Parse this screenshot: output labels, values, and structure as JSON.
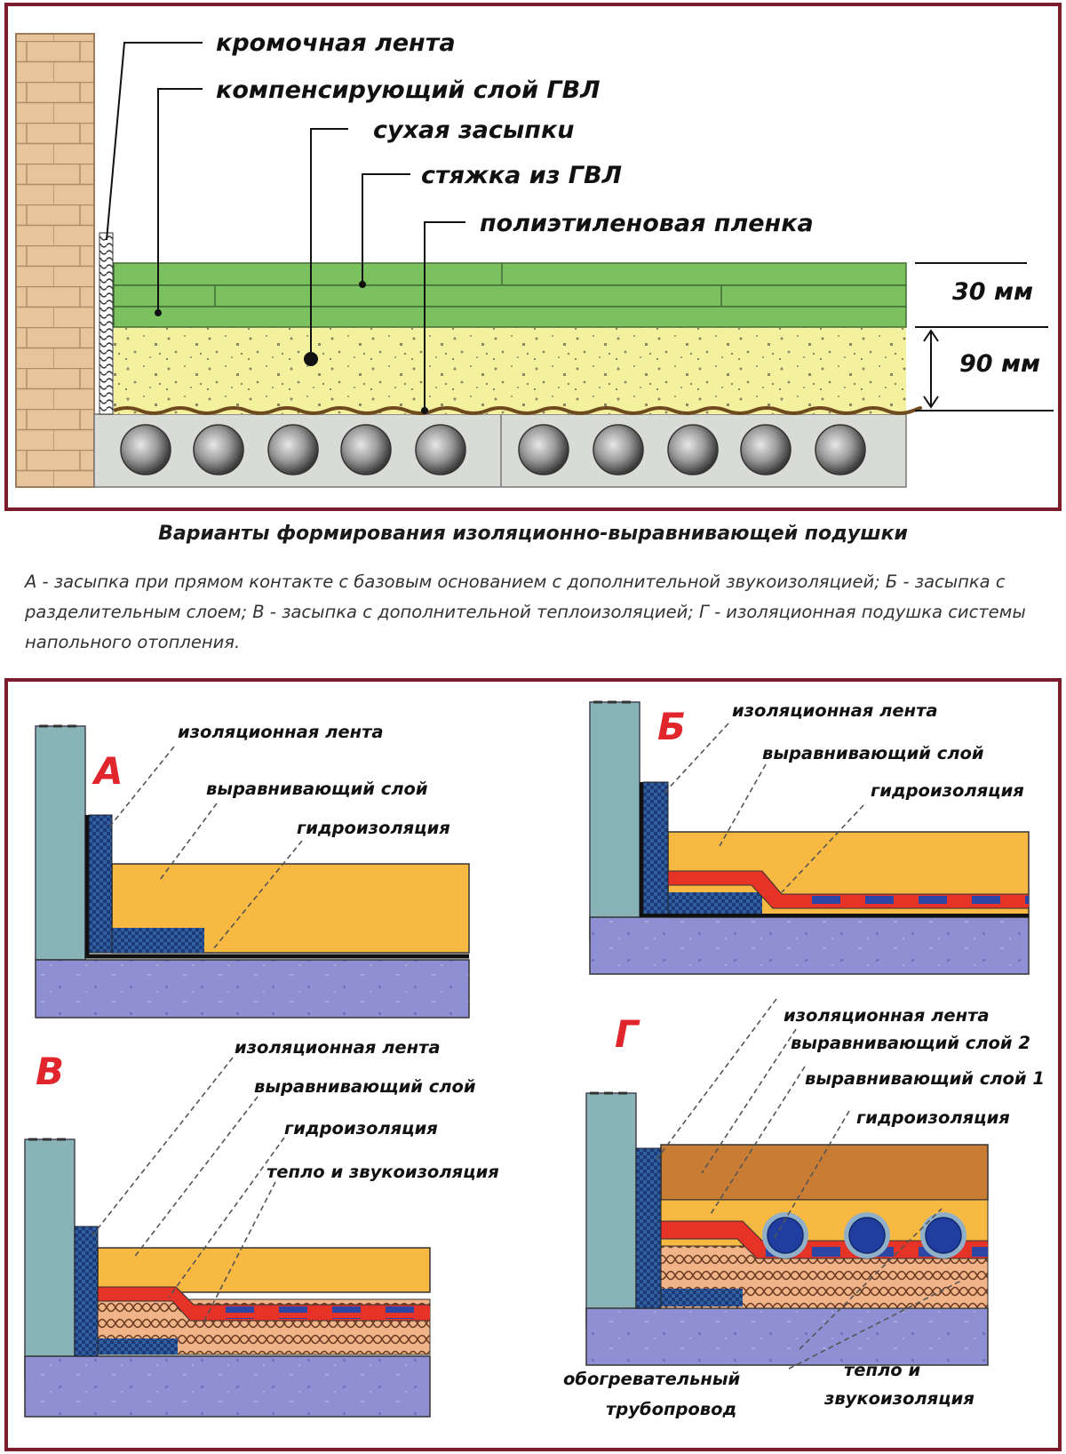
{
  "top_diagram": {
    "labels": {
      "edge_tape": "кромочная лента",
      "compensating_layer": "компенсирующий слой ГВЛ",
      "dry_fill": "сухая засыпкu",
      "screed": "стяжка из ГВЛ",
      "film": "полиэтиленовая пленка"
    },
    "dimensions": {
      "top": "30 мм",
      "bottom": "90 мм"
    },
    "colors": {
      "board": "#7cc15f",
      "fill": "#f3f19e",
      "slab": "#d9dbd7",
      "brick": "#e7c49a",
      "frame": "#7a1c2c"
    }
  },
  "caption": {
    "title": "Варианты формирования изоляционно-выравнивающей подушки",
    "text": "А - засыпка при прямом контакте с базовым основанием с дополнительной звукоизоляцией; Б - засыпка с разделительным слоем; В - засыпка с дополнительной теплоизоляцией; Г - изоляционная подушка системы напольного отопления."
  },
  "variants": {
    "A": {
      "letter": "А",
      "labels": [
        "изоляционная лента",
        "выравнивающий слой",
        "гидроизоляция"
      ]
    },
    "B": {
      "letter": "Б",
      "labels": [
        "изоляционная лента",
        "выравнивающий слой",
        "гидроизоляция"
      ]
    },
    "V": {
      "letter": "В",
      "labels": [
        "изоляционная лента",
        "выравнивающий слой",
        "гидроизоляция",
        "тепло и звукоизоляция"
      ]
    },
    "G": {
      "letter": "Г",
      "labels": [
        "изоляционная лента",
        "выравнивающий слой 2",
        "выравнивающий слой 1",
        "гидроизоляция"
      ],
      "bottom_labels": [
        "обогревательный",
        "трубопровод",
        "тепло и",
        "звукоизоляция"
      ]
    },
    "colors": {
      "wall": "#88b4b8",
      "base": "#8f8fd4",
      "screed": "#f7b941",
      "red": "#e53327",
      "blue": "#2d46a6",
      "insulation": "#f1b488",
      "brown": "#c97d34"
    }
  }
}
